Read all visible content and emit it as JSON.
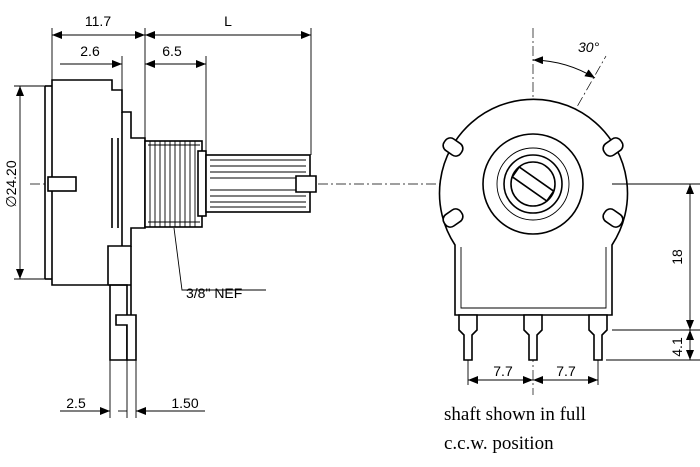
{
  "side_view": {
    "dims": {
      "body_width": "11.7",
      "shaft_length": "L",
      "flange": "2.6",
      "bushing": "6.5",
      "diameter": "∅24.20",
      "thread": "3/8\" NEF",
      "terminal_offset": "2.5",
      "terminal_thickness": "1.50"
    }
  },
  "front_view": {
    "dims": {
      "angle": "30°",
      "height": "18",
      "terminal_height": "4.1",
      "pitch_left": "7.7",
      "pitch_right": "7.7"
    },
    "note_line1": "shaft shown in full",
    "note_line2": "c.c.w. position"
  }
}
